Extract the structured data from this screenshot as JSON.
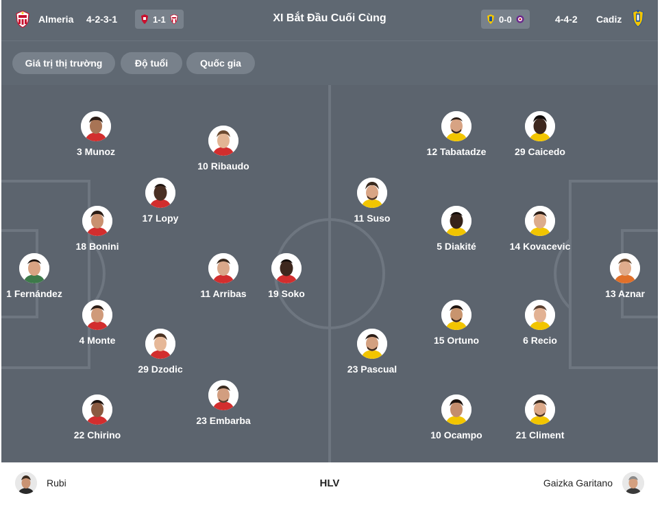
{
  "header": {
    "title": "XI Bắt Đầu Cuối Cùng",
    "home": {
      "name": "Almeria",
      "formation": "4-2-3-1",
      "score": "1-1",
      "crest_color": "#c8102e"
    },
    "away": {
      "name": "Cadiz",
      "formation": "4-4-2",
      "score": "0-0",
      "crest_color": "#f2c500"
    }
  },
  "filters": [
    "Giá trị thị trường",
    "Độ tuổi",
    "Quốc gia"
  ],
  "home_players": [
    {
      "number": "3",
      "name": "Munoz",
      "label": "3 Munoz"
    },
    {
      "number": "10",
      "name": "Ribaudo",
      "label": "10 Ribaudo"
    },
    {
      "number": "17",
      "name": "Lopy",
      "label": "17 Lopy"
    },
    {
      "number": "18",
      "name": "Bonini",
      "label": "18 Bonini"
    },
    {
      "number": "1",
      "name": "Fernández",
      "label": "1 Fernández"
    },
    {
      "number": "11",
      "name": "Arribas",
      "label": "11 Arribas"
    },
    {
      "number": "19",
      "name": "Soko",
      "label": "19 Soko"
    },
    {
      "number": "4",
      "name": "Monte",
      "label": "4 Monte"
    },
    {
      "number": "29",
      "name": "Dzodic",
      "label": "29 Dzodic"
    },
    {
      "number": "23",
      "name": "Embarba",
      "label": "23 Embarba"
    },
    {
      "number": "22",
      "name": "Chirino",
      "label": "22 Chirino"
    }
  ],
  "away_players": [
    {
      "number": "12",
      "name": "Tabatadze",
      "label": "12 Tabatadze"
    },
    {
      "number": "29",
      "name": "Caicedo",
      "label": "29 Caicedo"
    },
    {
      "number": "11",
      "name": "Suso",
      "label": "11 Suso"
    },
    {
      "number": "5",
      "name": "Diakité",
      "label": "5 Diakité"
    },
    {
      "number": "14",
      "name": "Kovacevic",
      "label": "14 Kovacevic"
    },
    {
      "number": "13",
      "name": "Aznar",
      "label": "13 Aznar"
    },
    {
      "number": "15",
      "name": "Ortuno",
      "label": "15 Ortuno"
    },
    {
      "number": "6",
      "name": "Recio",
      "label": "6 Recio"
    },
    {
      "number": "23",
      "name": "Pascual",
      "label": "23 Pascual"
    },
    {
      "number": "10",
      "name": "Ocampo",
      "label": "10 Ocampo"
    },
    {
      "number": "21",
      "name": "Climent",
      "label": "21 Climent"
    }
  ],
  "coaches": {
    "label": "HLV",
    "home": "Rubi",
    "away": "Gaizka Garitano"
  },
  "colors": {
    "pitch": "#5c646e",
    "header": "#5f6872",
    "chip": "#78818b"
  }
}
